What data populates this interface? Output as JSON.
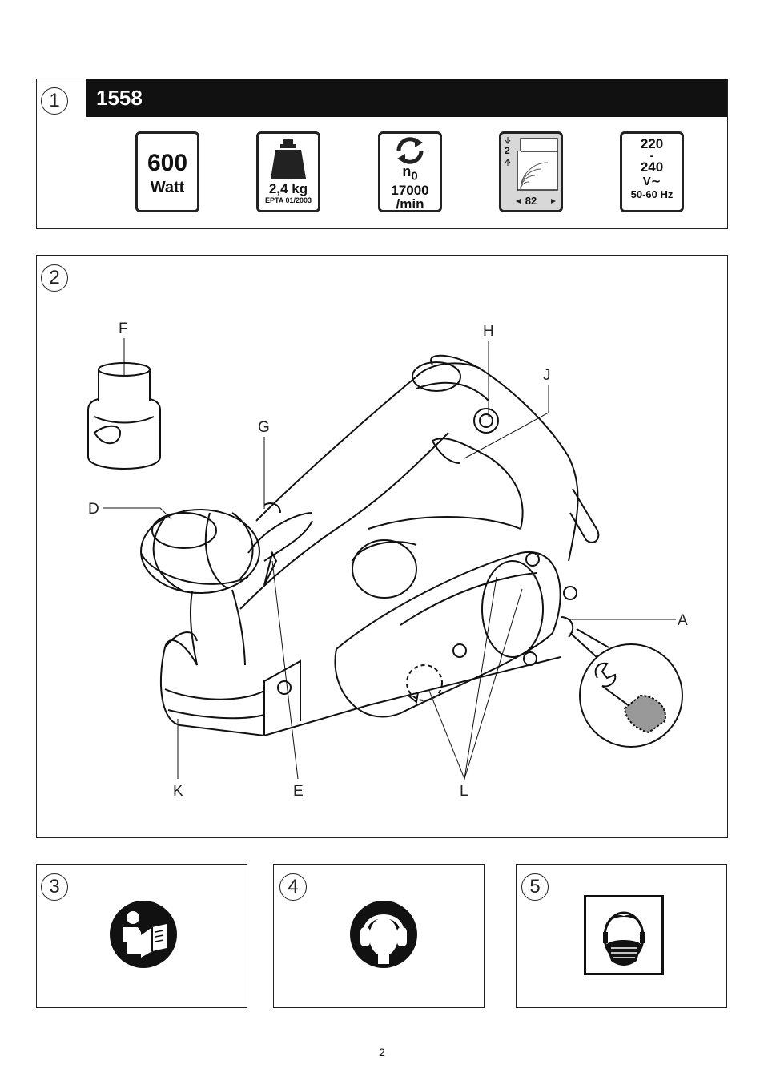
{
  "section1": {
    "number": "1",
    "model": "1558",
    "specs": {
      "power_value": "600",
      "power_unit": "Watt",
      "weight_value": "2,4 kg",
      "weight_standard": "EPTA 01/2003",
      "speed_symbol": "n",
      "speed_subscript": "0",
      "speed_value": "17000",
      "speed_unit": "/min",
      "depth_value": "2",
      "width_value": "82",
      "voltage_low": "220",
      "voltage_dash": "-",
      "voltage_high": "240",
      "voltage_unit": "V",
      "frequency": "50-60 Hz"
    }
  },
  "section2": {
    "number": "2",
    "labels": {
      "A": "A",
      "D": "D",
      "E": "E",
      "F": "F",
      "G": "G",
      "H": "H",
      "J": "J",
      "K": "K",
      "L": "L"
    }
  },
  "section3": {
    "number": "3",
    "icon": "read-manual-icon"
  },
  "section4": {
    "number": "4",
    "icon": "ear-protection-icon"
  },
  "section5": {
    "number": "5",
    "icon": "dust-mask-icon"
  },
  "page_number": "2"
}
